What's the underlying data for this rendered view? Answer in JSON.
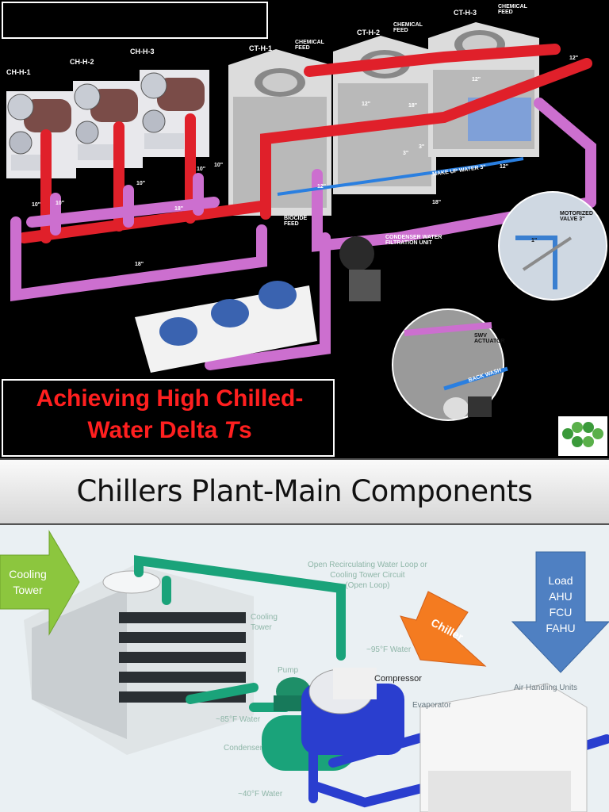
{
  "top_panel": {
    "title_line1": "Achieving High Chilled-",
    "title_line2_pre": "Water Delta ",
    "title_line2_italic": "T",
    "title_line2_post": "s",
    "chillers": [
      "CH-H-1",
      "CH-H-2",
      "CH-H-3"
    ],
    "towers": [
      "CT-H-1",
      "CT-H-2",
      "CT-H-3"
    ],
    "chemical_feed": "CHEMICAL\nFEED",
    "biocide_feed": "BIOCIDE\nFEED",
    "makeup_water": "MAKE UP WATER 3\"",
    "filtration_unit": "CONDENSER WATER\nFILTRATION UNIT",
    "motorized_valve": "MOTORIZED\nVALVE 3\"",
    "actuator": "SWV\nACTUATOR",
    "backwash": "BACK WASH",
    "pipe_sizes": {
      "p10a": "10\"",
      "p10b": "10\"",
      "p10c": "10\"",
      "p10d": "10\"",
      "p10e": "10\"",
      "p12a": "12\"",
      "p12b": "12\"",
      "p12c": "12\"",
      "p12d": "12\"",
      "p12e": "12\"",
      "p18a": "18\"",
      "p18b": "18\"",
      "p18c": "18\"",
      "p18d": "18\"",
      "p3a": "3\"",
      "p3b": "3\"",
      "p1": "1\""
    },
    "colors": {
      "supply": "#e0202a",
      "return": "#cc6fcf",
      "makeup": "#2a7fe0",
      "title_red": "#ff1f1f"
    }
  },
  "heading": {
    "text": "Chillers Plant-Main Components"
  },
  "bottom_panel": {
    "cooling_tower_arrow": "Cooling\nTower",
    "chiller_arrow": "Chiller",
    "load_arrow": "Load\nAHU\nFCU\nFAHU",
    "labels": {
      "loop": "Open Recirculating Water Loop or\nCooling Tower Circuit\n(Open Loop)",
      "cooling_tower": "Cooling\nTower",
      "water_95": "~95°F Water",
      "pump": "Pump",
      "compressor": "Compressor",
      "evaporator": "Evaporator",
      "air_handling": "Air Handling Units",
      "water_85": "~85°F Water",
      "condenser": "Condenser",
      "water_40": "~40°F Water"
    },
    "colors": {
      "green_arrow": "#8cc63e",
      "orange_arrow": "#f47b20",
      "blue_arrow": "#4f80c2",
      "condenser_pipe": "#1aa37a",
      "chilled_pipe": "#2a3ecf"
    }
  }
}
